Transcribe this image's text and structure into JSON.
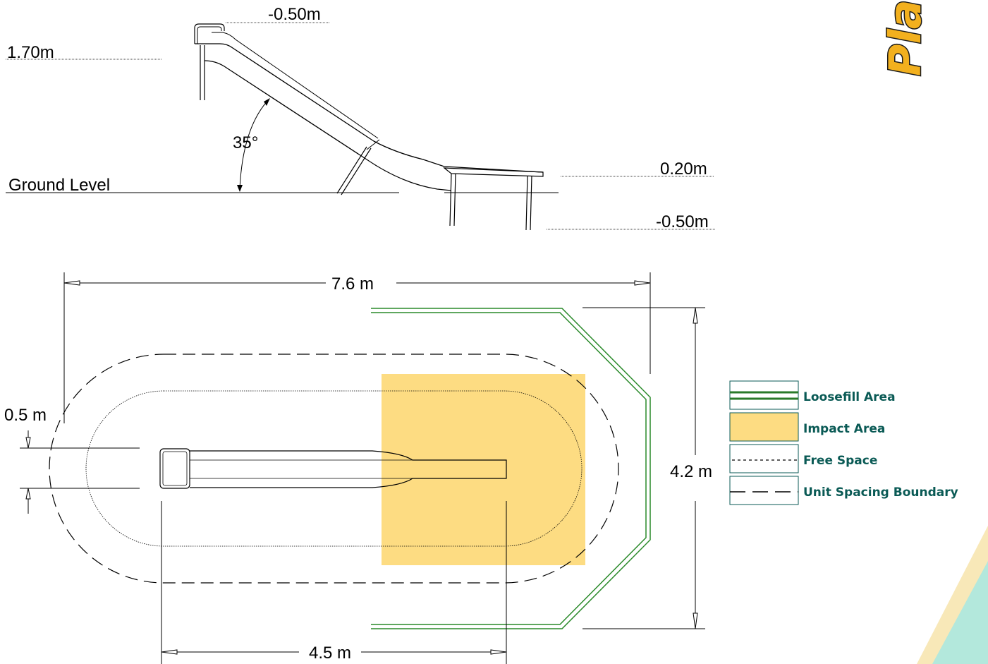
{
  "elevation": {
    "labels": {
      "top_level": "-0.50m",
      "height": "1.70m",
      "angle": "35°",
      "ground": "Ground Level",
      "exit_height": "0.20m",
      "bottom_level": "-0.50m"
    }
  },
  "plan": {
    "labels": {
      "overall_length": "7.6 m",
      "slide_width": "0.5 m",
      "overall_width": "4.2 m",
      "slide_length": "4.5 m"
    }
  },
  "legend": {
    "items": [
      {
        "label": "Loosefill Area",
        "kind": "double-line"
      },
      {
        "label": "Impact Area",
        "kind": "fill"
      },
      {
        "label": "Free Space",
        "kind": "dotted"
      },
      {
        "label": "Unit Spacing Boundary",
        "kind": "dashed"
      }
    ]
  },
  "logo": {
    "text": "Pla"
  },
  "colors": {
    "impact_fill": "#fddc82",
    "loosefill_green": "#2a8a2a",
    "legend_text": "#0a5a55",
    "legend_border": "#0a5a55",
    "logo_yellow": "#f2b01e",
    "corner_cream": "#f8e8b8",
    "corner_teal": "#b3e8dc"
  }
}
